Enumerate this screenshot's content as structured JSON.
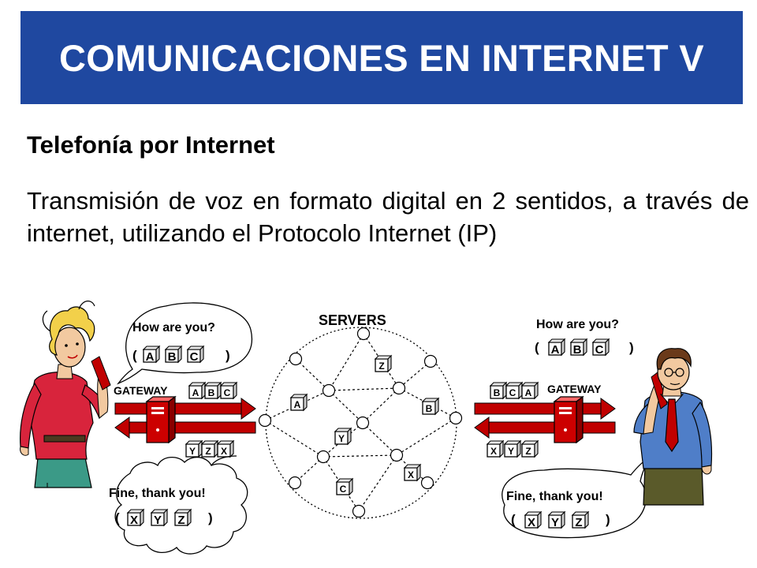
{
  "slide": {
    "title": "COMUNICACIONES EN INTERNET V",
    "subtitle": "Telefonía por Internet",
    "body": "Transmisión de voz en formato digital en 2 sentidos, a través de internet, utilizando el Protocolo Internet (IP)"
  },
  "diagram": {
    "servers_label": "SERVERS",
    "left": {
      "gateway_label": "GATEWAY",
      "question": "How are you?",
      "answer": "Fine, thank you!",
      "paren_open": "(",
      "paren_close": ")",
      "question_letters": [
        "A",
        "B",
        "C"
      ],
      "answer_letters": [
        "X",
        "Y",
        "Z"
      ],
      "top_packets": [
        "A",
        "B",
        "C"
      ],
      "bottom_packets": [
        "Y",
        "Z",
        "X"
      ]
    },
    "right": {
      "gateway_label": "GATEWAY",
      "question": "How are you?",
      "answer": "Fine, thank you!",
      "paren_open": "(",
      "paren_close": ")",
      "question_letters": [
        "A",
        "B",
        "C"
      ],
      "answer_letters": [
        "X",
        "Y",
        "Z"
      ],
      "top_packets": [
        "B",
        "C",
        "A"
      ],
      "bottom_packets": [
        "X",
        "Y",
        "Z"
      ]
    },
    "network_packets": [
      "Z",
      "A",
      "B",
      "Y",
      "X",
      "C"
    ]
  },
  "colors": {
    "title_bar": "#1f48a0",
    "title_text": "#ffffff",
    "arrow": "#c00000",
    "server": "#cc0000",
    "woman_shirt": "#d8243c",
    "man_shirt": "#4f7ec8",
    "tie": "#c00000",
    "hair": "#f2d04a"
  }
}
